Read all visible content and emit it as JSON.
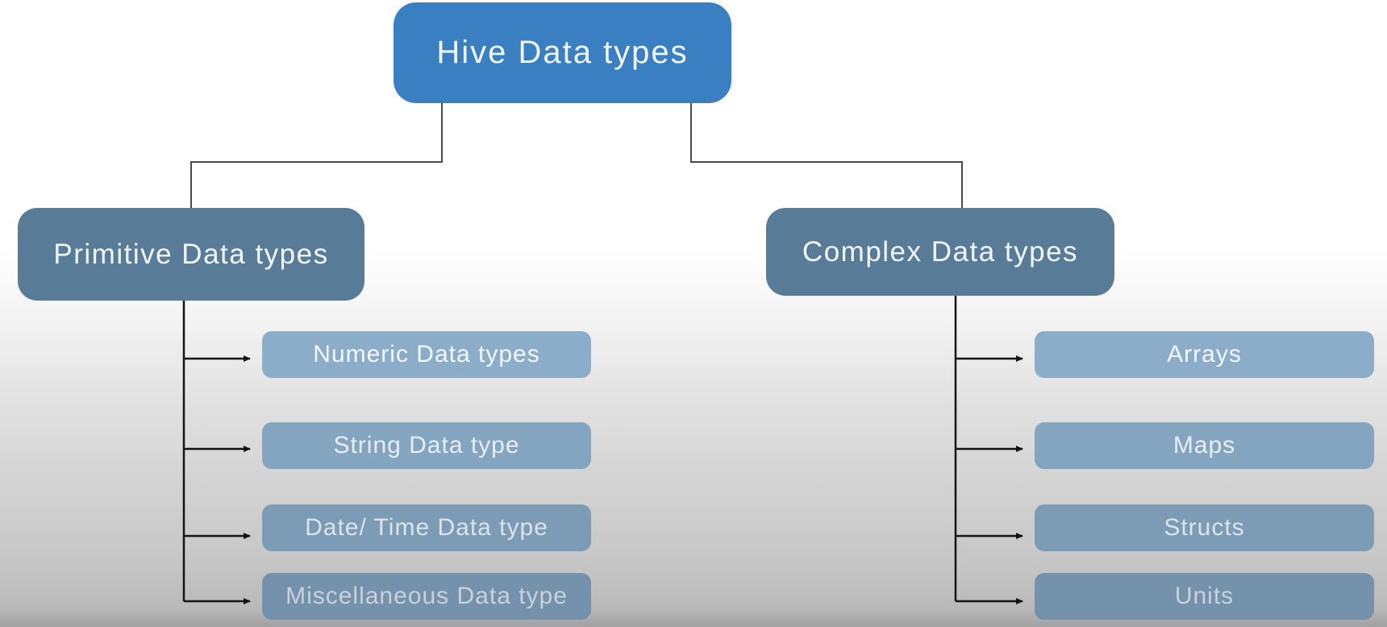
{
  "diagram_title": "Hive Data types",
  "colors": {
    "root_fill": "#3a7fc1",
    "branch_fill": "#587c98",
    "child_fills": [
      "#8badc9",
      "#84a5c0",
      "#7c9bb5",
      "#7492ac"
    ],
    "child_text_colors": [
      "#f4f7fa",
      "#e8edf2",
      "#dce3ea",
      "#c9d1d9"
    ],
    "node_text": "#f2f6fa",
    "connector_line": "#4a4a4a",
    "arrow_line": "#141414"
  },
  "root": {
    "label": "Hive Data types"
  },
  "branches": [
    {
      "label": "Primitive Data types",
      "children": [
        {
          "label": "Numeric Data types"
        },
        {
          "label": "String Data type"
        },
        {
          "label": "Date/ Time Data type"
        },
        {
          "label": "Miscellaneous Data type"
        }
      ]
    },
    {
      "label": "Complex Data types",
      "children": [
        {
          "label": "Arrays"
        },
        {
          "label": "Maps"
        },
        {
          "label": "Structs"
        },
        {
          "label": "Units"
        }
      ]
    }
  ]
}
